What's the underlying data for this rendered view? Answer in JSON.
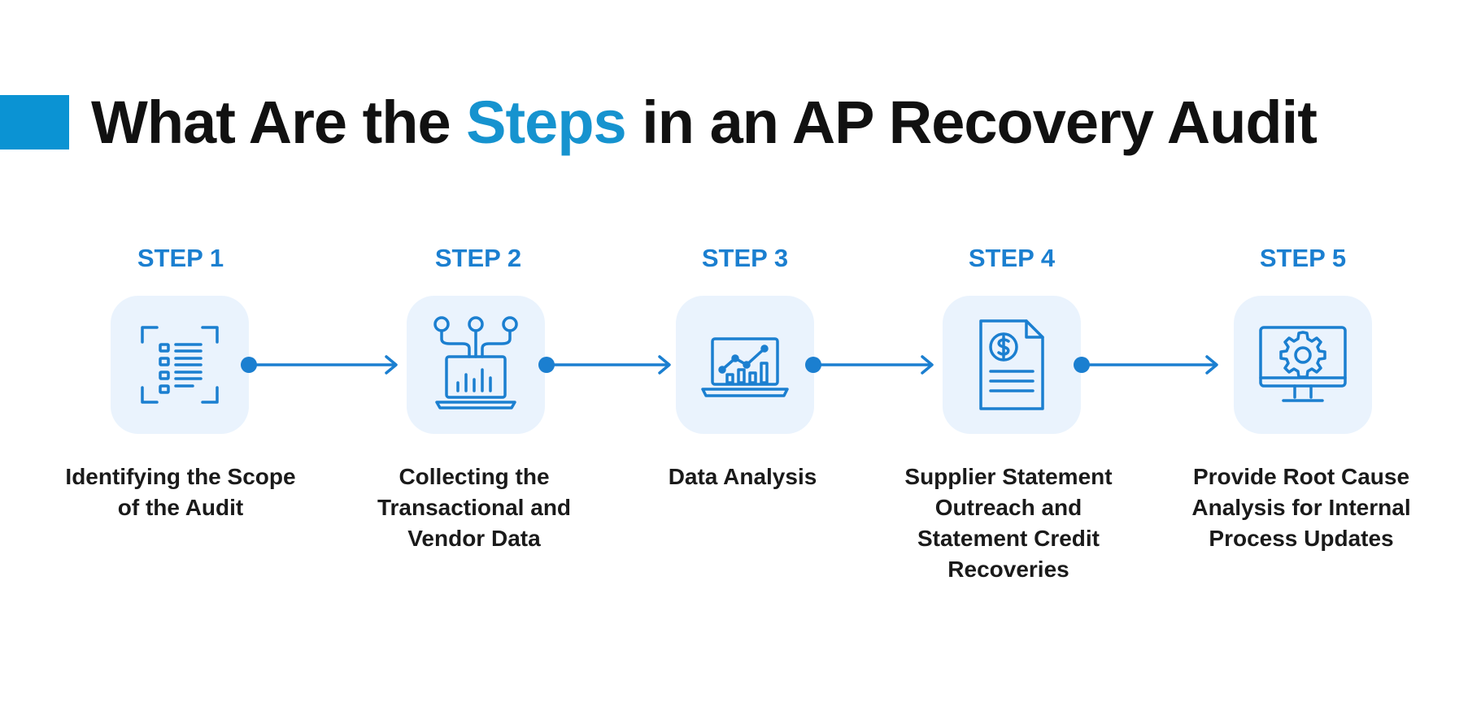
{
  "title": {
    "part1": "What Are the ",
    "accent": "Steps",
    "part2": " in an AP Recovery Audit"
  },
  "colors": {
    "accent": "#1693CF",
    "step_blue": "#1B7FD0",
    "icon_bg": "#EAF3FD",
    "text": "#111111"
  },
  "steps": [
    {
      "label": "STEP 1",
      "icon": "document-scan-icon",
      "description": "Identifying the Scope of the Audit"
    },
    {
      "label": "STEP 2",
      "icon": "laptop-data-network-icon",
      "description": "Collecting the Transactional and Vendor Data"
    },
    {
      "label": "STEP 3",
      "icon": "laptop-chart-icon",
      "description": "Data Analysis"
    },
    {
      "label": "STEP 4",
      "icon": "dollar-document-icon",
      "description": "Supplier Statement Outreach and Statement Credit Recoveries"
    },
    {
      "label": "STEP 5",
      "icon": "monitor-gear-icon",
      "description": "Provide Root Cause Analysis for Internal Process Updates"
    }
  ]
}
